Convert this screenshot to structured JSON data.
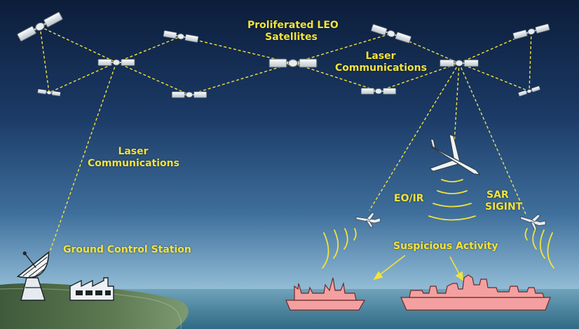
{
  "colors": {
    "label": "#f2e33a",
    "link": "#f2e33a",
    "ship_fill": "#f4a0a0",
    "ship_stroke": "#6b2a2a",
    "sky_top": "#0c1d3a",
    "sky_horizon": "#b9d6e6",
    "sea": "#4a86a0"
  },
  "labels": {
    "leo_line1": "Proliferated LEO",
    "leo_line2": "Satellites",
    "laser_right_line1": "Laser",
    "laser_right_line2": "Communications",
    "laser_left_line1": "Laser",
    "laser_left_line2": "Communications",
    "ground_control": "Ground Control Station",
    "eoir": "EO/IR",
    "sar": "SAR",
    "sigint": "SIGINT",
    "suspicious": "Suspicious Activity"
  },
  "icons": {
    "satellite": "satellite-icon",
    "aircraft": "aircraft-icon",
    "drone": "drone-icon",
    "dish": "satellite-dish-icon",
    "factory": "ground-station-building-icon",
    "ship": "ship-icon"
  }
}
